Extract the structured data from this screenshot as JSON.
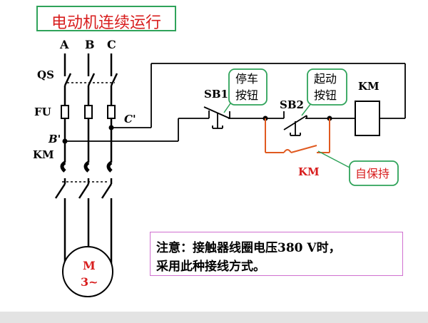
{
  "title": "电动机连续运行",
  "phases": [
    "A",
    "B",
    "C"
  ],
  "labels": {
    "qs": "QS",
    "fu": "FU",
    "km_main": "KM",
    "b_prime": "B'",
    "c_prime": "C'",
    "sb1": "SB1",
    "sb2": "SB2",
    "km_coil": "KM",
    "km_aux": "KM",
    "motor_m": "M",
    "motor_phase": "3~"
  },
  "callouts": {
    "stop_line1": "停车",
    "stop_line2": "按钮",
    "start_line1": "起动",
    "start_line2": "按钮",
    "self_hold": "自保持"
  },
  "note": {
    "line1": "注意：接触器线圈电压380 V时，",
    "line2": "采用此种接线方式。"
  },
  "colors": {
    "title_text": "#d81e1e",
    "title_border": "#2fa35a",
    "callout_border": "#2fa35a",
    "self_hold_text": "#d81e1e",
    "aux_contact": "#e05a20",
    "note_border": "#d070d0"
  }
}
